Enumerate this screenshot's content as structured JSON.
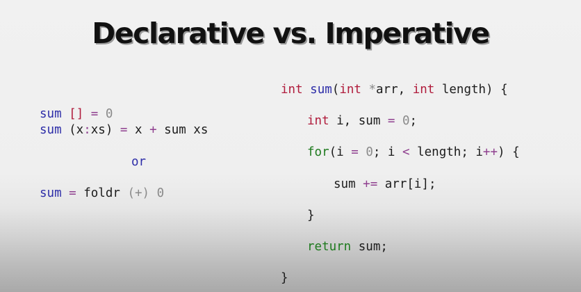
{
  "slide": {
    "title": "Declarative vs. Imperative"
  },
  "haskell": {
    "line1": {
      "fn": "sum",
      "sp1": " ",
      "brackets": "[]",
      "sp2": " ",
      "eq": "=",
      "sp3": " ",
      "zero": "0"
    },
    "line2": {
      "fn": "sum",
      "open": " (x",
      "colon": ":",
      "rest": "xs) ",
      "eq": "=",
      "x": " x ",
      "plus": "+",
      "tail": " sum xs"
    },
    "or": "or",
    "line3": {
      "fn": "sum",
      "sp1": " ",
      "eq": "=",
      "foldr": " foldr ",
      "op": "(+)",
      "sp2": " ",
      "zero": "0"
    }
  },
  "c_code": {
    "sig": {
      "int1": "int",
      "sp1": " ",
      "fn": "sum",
      "p1": "(",
      "int2": "int",
      "star": " *",
      "arr": "arr, ",
      "int3": "int",
      "rest": " length) {"
    },
    "decl": {
      "int": "int",
      "rest1": " i, sum ",
      "eq": "=",
      "sp": " ",
      "zero": "0",
      "semi": ";"
    },
    "loop": {
      "for": "for",
      "p1": "(i ",
      "eq": "=",
      "sp1": " ",
      "zero": "0",
      "mid": "; i ",
      "lt": "<",
      "tail1": " length; i",
      "inc": "++",
      "tail2": ") {"
    },
    "body": {
      "text1": "sum ",
      "pluseq": "+=",
      "text2": " arr[i];"
    },
    "close_inner": "}",
    "ret": {
      "kw": "return",
      "rest": " sum;"
    },
    "close_outer": "}"
  },
  "colors": {
    "keyword_blue": "#2d2da8",
    "type_red": "#b01c3c",
    "control_green": "#1e7a1e",
    "number_gray": "#8a8a8a",
    "operator_purple": "#8f3f8f"
  }
}
